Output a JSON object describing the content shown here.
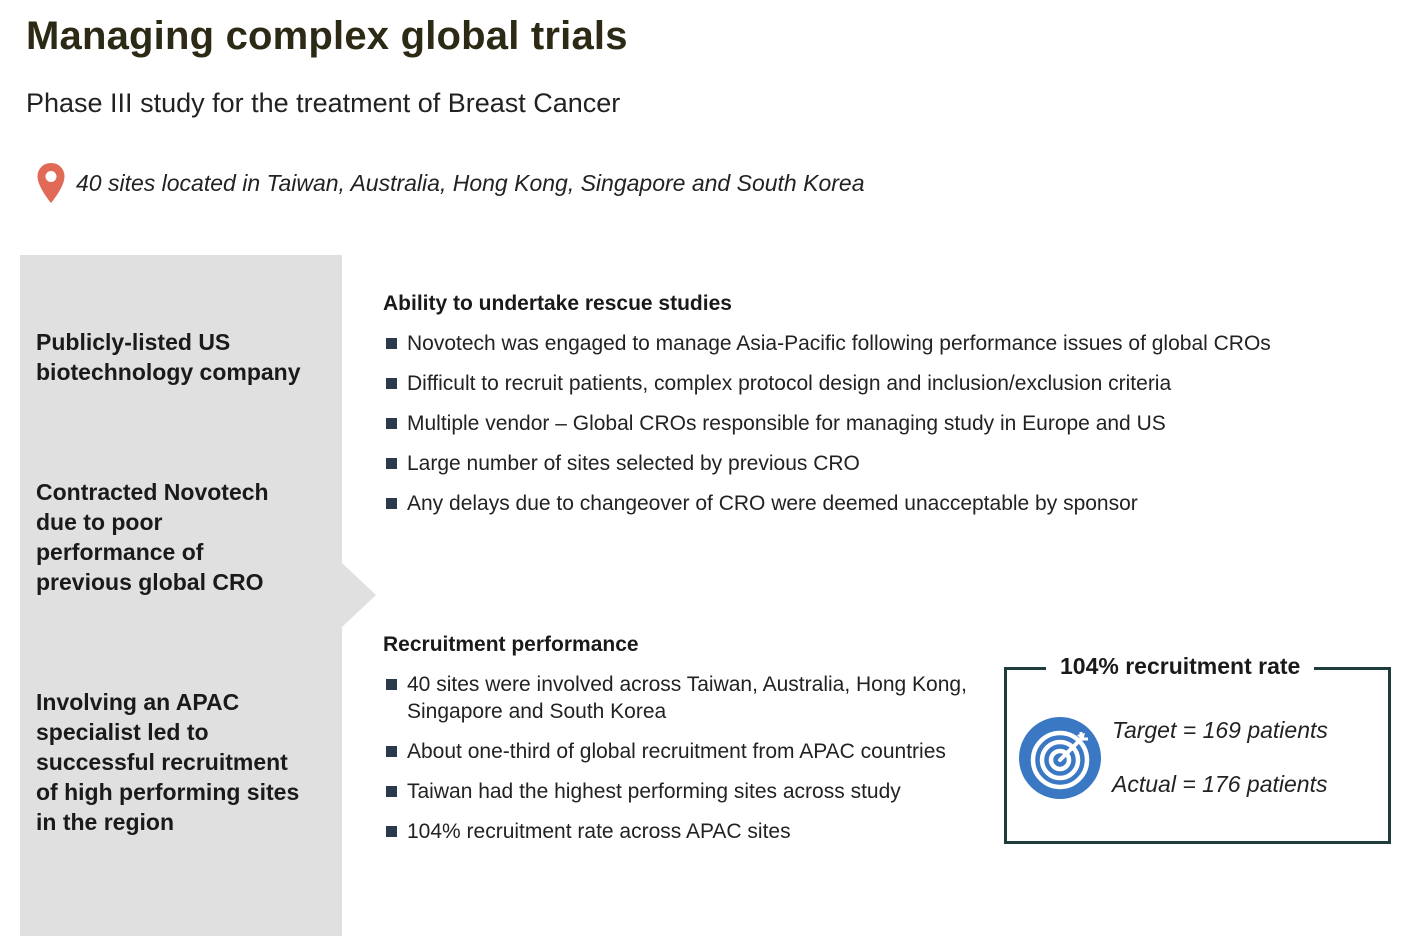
{
  "header": {
    "title": "Managing complex global trials",
    "subtitle": "Phase III study for the treatment of Breast Cancer"
  },
  "location": {
    "icon": "map-pin-icon",
    "text": "40 sites located in Taiwan, Australia, Hong Kong, Singapore and South Korea"
  },
  "sidebar": {
    "blocks": [
      {
        "lines": [
          "Publicly-listed US",
          "biotechnology company"
        ]
      },
      {
        "lines": [
          "Contracted Novotech",
          "due to poor",
          "performance of",
          "previous global CRO"
        ]
      },
      {
        "lines": [
          "Involving an APAC",
          "specialist led to",
          "successful recruitment",
          "of high performing sites",
          "in the region"
        ]
      }
    ]
  },
  "rescue": {
    "title": "Ability to undertake rescue studies",
    "bullets": [
      "Novotech was engaged to manage Asia-Pacific following performance issues of global CROs",
      "Difficult to recruit patients, complex protocol design and inclusion/exclusion criteria",
      "Multiple vendor – Global CROs responsible for managing study in Europe and US",
      "Large number of sites selected by previous CRO",
      "Any delays due to changeover of CRO were deemed unacceptable by sponsor"
    ]
  },
  "recruitment": {
    "title": "Recruitment performance",
    "bullets": [
      "40 sites were involved across Taiwan, Australia, Hong Kong, Singapore and South Korea",
      "About one-third of global recruitment from APAC countries",
      "Taiwan had the highest performing sites across study",
      "104% recruitment rate across APAC sites"
    ]
  },
  "kpi": {
    "title": "104% recruitment rate",
    "icon": "target-icon",
    "target": "Target = 169 patients",
    "actual": "Actual = 176 patients",
    "accent_color": "#3a78c3",
    "border_color": "#1f3c3c"
  },
  "colors": {
    "title": "#2c2a14",
    "pin": "#e06a55",
    "sidebar_bg": "#e0e0e0",
    "bullet": "#2b3a4a"
  }
}
